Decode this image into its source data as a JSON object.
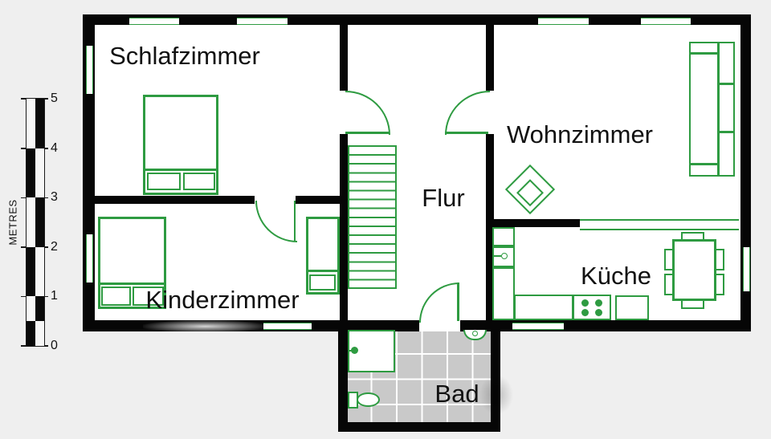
{
  "colors": {
    "accent_green": "#2e9b41",
    "wall": "#060606",
    "background": "#efefef",
    "bath_tile": "#c9c9c9",
    "text": "#111111"
  },
  "rooms": {
    "schlafzimmer": "Schlafzimmer",
    "wohnzimmer": "Wohnzimmer",
    "flur": "Flur",
    "kinderzimmer": "Kinderzimmer",
    "kueche": "Küche",
    "bad": "Bad"
  },
  "scale": {
    "unit_label": "METRES",
    "ticks": [
      "5",
      "4",
      "3",
      "2",
      "1",
      "0"
    ]
  },
  "furniture_icons": [
    "double-bed",
    "kids-bed",
    "single-bed",
    "sofa",
    "armchair",
    "dining-table",
    "chairs",
    "kitchen-counter",
    "stove",
    "kitchen-sink",
    "stairs",
    "shower",
    "toilet",
    "wash-basin"
  ]
}
